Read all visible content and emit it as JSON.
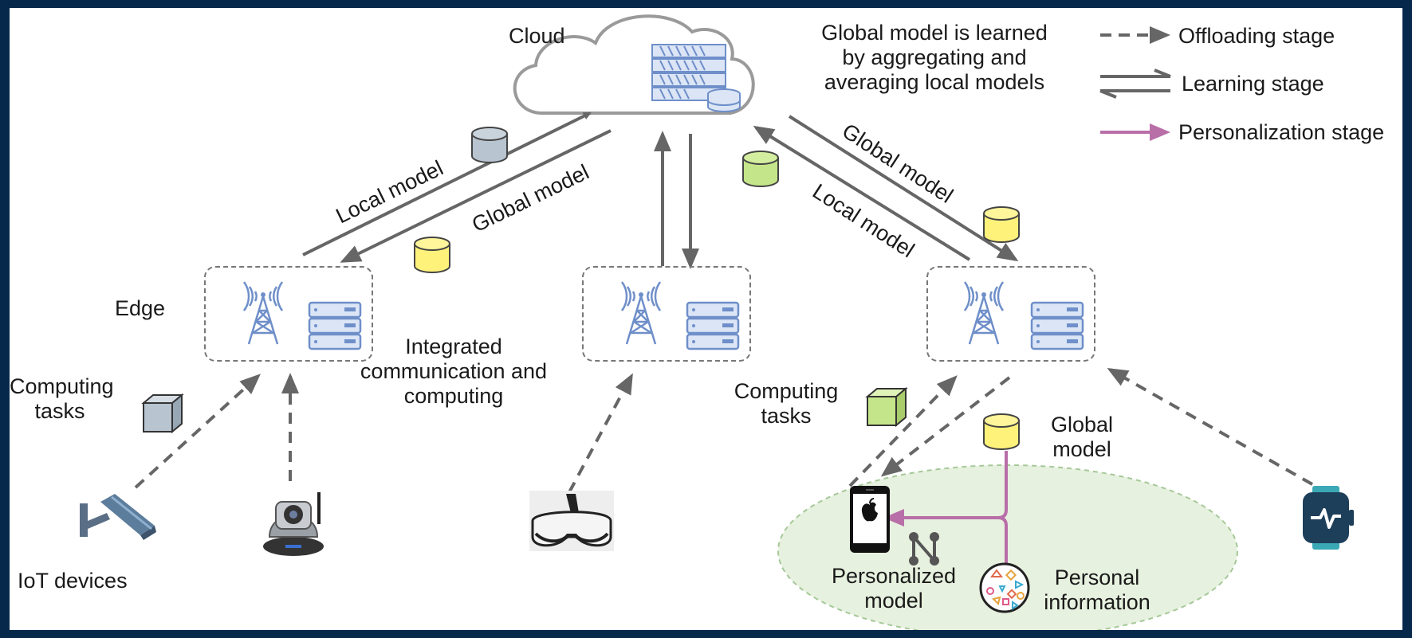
{
  "labels": {
    "cloud": "Cloud",
    "edge": "Edge",
    "iot_devices": "IoT devices",
    "computing_tasks_left": [
      "Computing",
      "tasks"
    ],
    "computing_tasks_right": [
      "Computing",
      "tasks"
    ],
    "integrated": [
      "Integrated",
      "communication and",
      "computing"
    ],
    "global_note": [
      "Global model is learned",
      "by aggregating and",
      "averaging local models"
    ],
    "local_model_left": "Local model",
    "global_model_left": "Global model",
    "global_model_right": "Global model",
    "local_model_right": "Local model",
    "global_model_device": [
      "Global",
      "model"
    ],
    "personalized_model": [
      "Personalized",
      "model"
    ],
    "personal_information": [
      "Personal",
      "information"
    ]
  },
  "legend": {
    "offloading": "Offloading stage",
    "learning": "Learning stage",
    "personalization": "Personalization stage"
  },
  "colors": {
    "arrow_gray": "#666666",
    "personalization": "#b86fa8",
    "icon_blue": "#6f8fc9",
    "model_yellow": "#fff27a",
    "model_gray": "#b8c4cf",
    "model_green": "#c5e58a",
    "region_green": "#e7f1df"
  }
}
